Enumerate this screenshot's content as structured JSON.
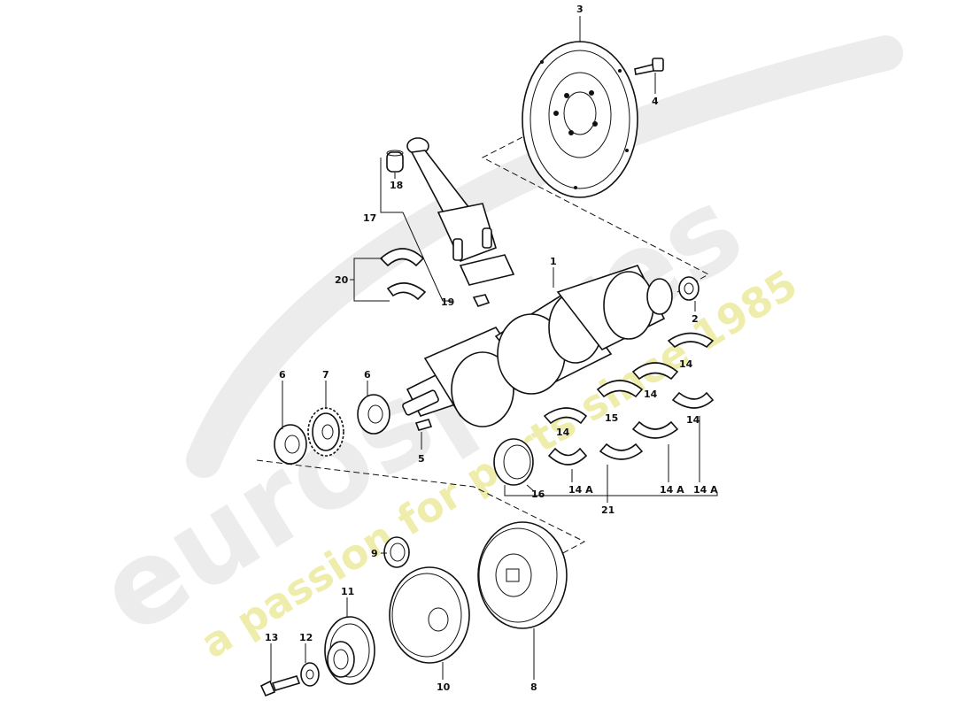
{
  "watermark": {
    "brand": "eurospares",
    "tagline": "a passion for parts since 1985",
    "brand_color": "#c8c8c8",
    "tagline_color": "#e6e48a"
  },
  "labels": {
    "p1": "1",
    "p2": "2",
    "p3": "3",
    "p4": "4",
    "p5": "5",
    "p6a": "6",
    "p6b": "6",
    "p7": "7",
    "p8": "8",
    "p9": "9",
    "p10": "10",
    "p11": "11",
    "p12": "12",
    "p13": "13",
    "p14a": "14",
    "p14b": "14",
    "p14c": "14",
    "p14d": "14",
    "p14A_a": "14 A",
    "p14A_b": "14 A",
    "p14A_c": "14 A",
    "p15": "15",
    "p16": "16",
    "p17": "17",
    "p18": "18",
    "p19": "19",
    "p20": "20",
    "p21": "21"
  }
}
